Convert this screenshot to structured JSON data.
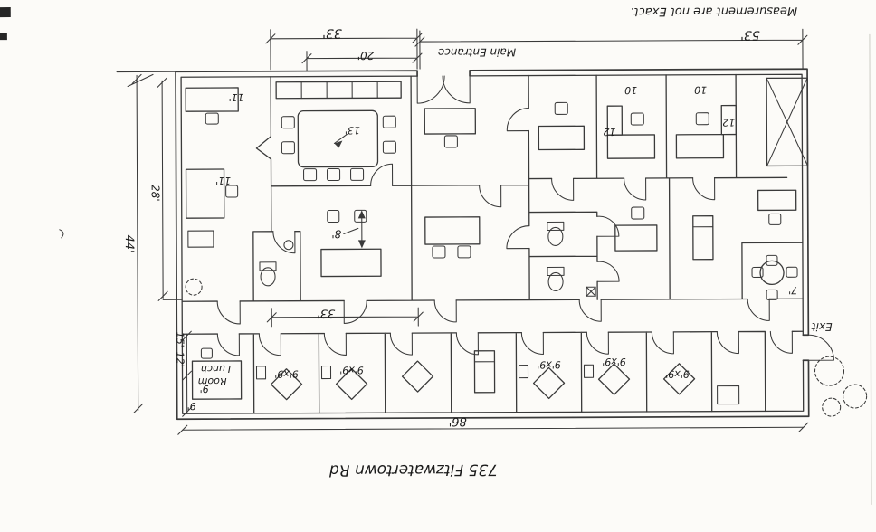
{
  "page": {
    "paper_color": "#fcfbf8",
    "ink_color": "#3a3a3a",
    "orientation_note_degrees": 180
  },
  "annotations": {
    "disclaimer": "Measurement are not Exact.",
    "address": "735 Fitzwatertown Rd",
    "main_entrance": "Main Entrance",
    "exit": "Exit",
    "lunch_line1": "Lunch",
    "lunch_line2": "Room"
  },
  "dimensions": {
    "top_33": "33'",
    "top_20": "20'",
    "top_53": "53'",
    "left_44": "44'",
    "left_28": "28'",
    "left_15": "15'",
    "left_12": "12'",
    "bottom_86": "86'",
    "interior_33": "33'",
    "interior_8": "8'",
    "interior_13": "13'",
    "office_11_a": "11'",
    "office_11_b": "11'",
    "lunch_9_a": "9'",
    "lunch_9_b": "9'",
    "room_7": "7'"
  },
  "rooms": {
    "treatment_labels": [
      "9'x9'",
      "9'x9'",
      "9'x9'",
      "9'x9'",
      "9'x9'"
    ],
    "numbers": [
      "10",
      "10",
      "12",
      "12"
    ]
  }
}
